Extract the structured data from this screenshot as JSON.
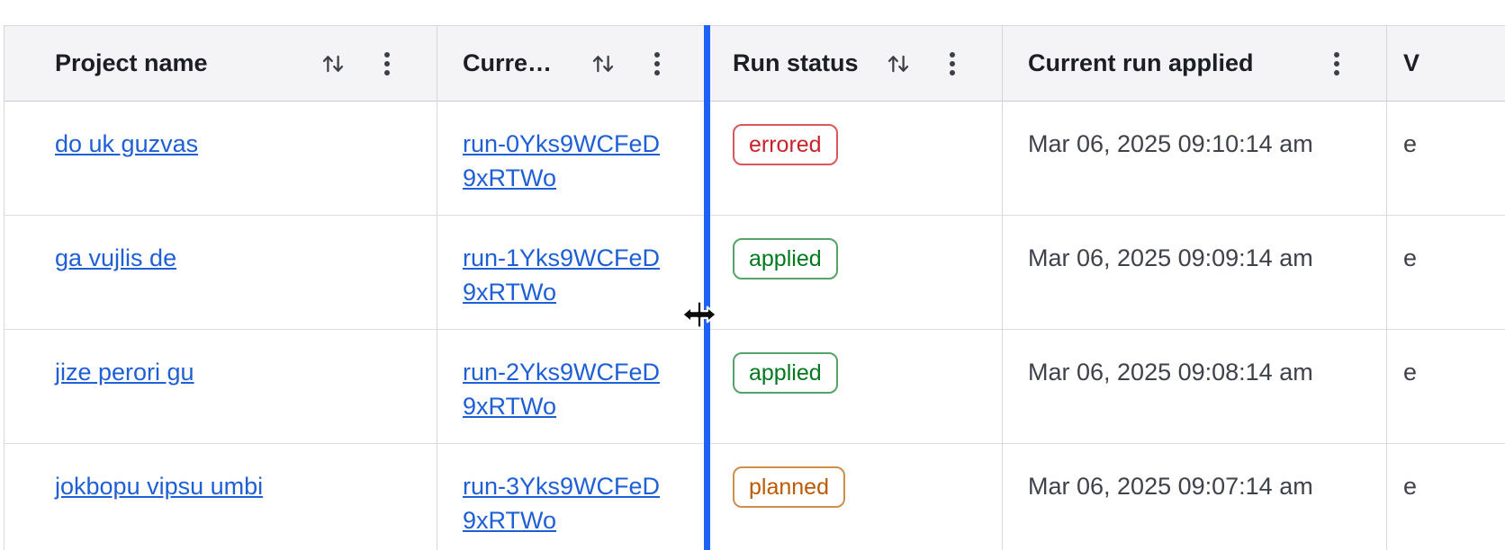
{
  "table": {
    "columns": [
      {
        "label": "Project name",
        "sortable": true,
        "menu": true
      },
      {
        "label": "Current run",
        "sortable": true,
        "menu": true
      },
      {
        "label": "Run status",
        "sortable": true,
        "menu": true
      },
      {
        "label": "Current run applied",
        "sortable": false,
        "menu": true
      },
      {
        "label": "V",
        "sortable": false,
        "menu": false
      }
    ],
    "rows": [
      {
        "project": "do uk guzvas",
        "run_id": "run-0Yks9WCFeD9xRTWo",
        "status": "errored",
        "applied_at": "Mar 06, 2025 09:10:14 am",
        "extra": "e"
      },
      {
        "project": "ga vujlis de",
        "run_id": "run-1Yks9WCFeD9xRTWo",
        "status": "applied",
        "applied_at": "Mar 06, 2025 09:09:14 am",
        "extra": "e"
      },
      {
        "project": "jize perori gu",
        "run_id": "run-2Yks9WCFeD9xRTWo",
        "status": "applied",
        "applied_at": "Mar 06, 2025 09:08:14 am",
        "extra": "e"
      },
      {
        "project": "jokbopu vipsu umbi",
        "run_id": "run-3Yks9WCFeD9xRTWo",
        "status": "planned",
        "applied_at": "Mar 06, 2025 09:07:14 am",
        "extra": "e"
      }
    ]
  },
  "status_styles": {
    "errored": {
      "fg": "#c8232b",
      "border": "#d8585c"
    },
    "applied": {
      "fg": "#00781e",
      "border": "#55a368"
    },
    "planned": {
      "fg": "#bb5a00",
      "border": "#cd8f4b"
    }
  },
  "colors": {
    "link": "#1f5fd6",
    "resize_line": "#1e62f5",
    "header_bg": "#f4f4f6"
  },
  "icons": {
    "sort": "arrows-up-down-icon",
    "menu": "kebab-menu-icon",
    "cursor": "col-resize-cursor"
  }
}
